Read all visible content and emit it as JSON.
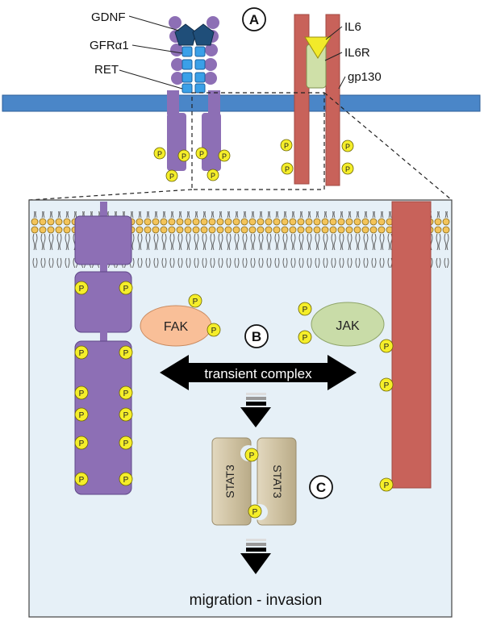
{
  "labels": {
    "gdnf": "GDNF",
    "gfra1": "GFRα1",
    "ret": "RET",
    "il6": "IL6",
    "il6r": "IL6R",
    "gp130": "gp130"
  },
  "markers": {
    "a": "A",
    "b": "B",
    "c": "C"
  },
  "proteins": {
    "fak": "FAK",
    "jak": "JAK",
    "stat3_left": "STAT3",
    "stat3_right": "STAT3"
  },
  "phospho_label": "P",
  "complex_label": "transient complex",
  "outcome_label": "migration - invasion",
  "colors": {
    "membrane_blue": "#4a86c8",
    "ret_purple": "#8d6fb5",
    "gp130_red": "#c8625a",
    "gfra_blue": "#3aa0e8",
    "gdnf_navy": "#1f4e79",
    "il6_yellow": "#f2ea2a",
    "il6r_green": "#cfe0a8",
    "phospho_yellow": "#f5ee2a",
    "fak_orange": "#f9bf98",
    "jak_green": "#c9dca8",
    "stat3_tan": "#cfc2a2",
    "cell_bg": "#e6f0f7"
  }
}
